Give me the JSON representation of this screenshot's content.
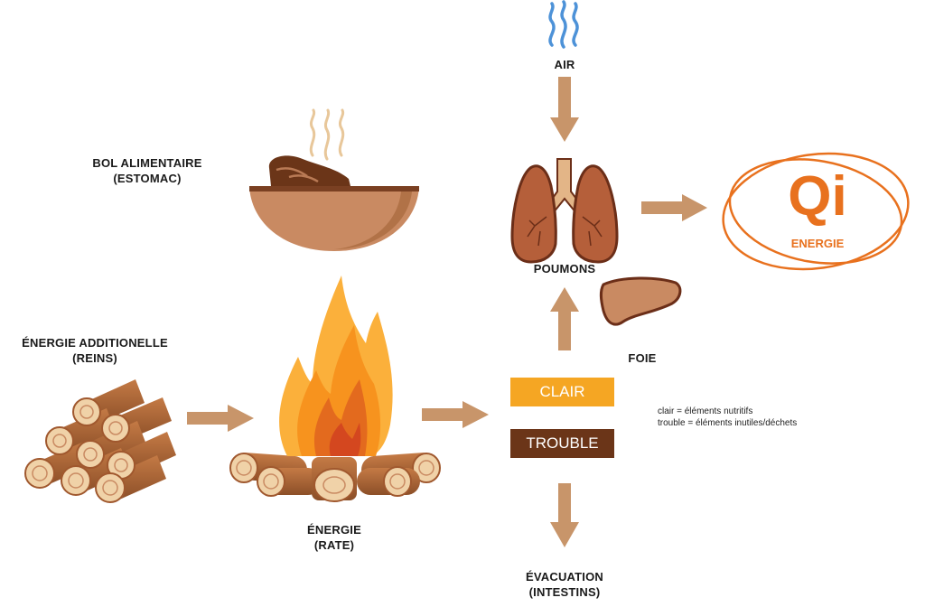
{
  "labels": {
    "air": "AIR",
    "bol_line1": "BOL ALIMENTAIRE",
    "bol_line2": "(ESTOMAC)",
    "poumons": "POUMONS",
    "foie": "FOIE",
    "energie_add_line1": "ÉNERGIE ADDITIONELLE",
    "energie_add_line2": "(REINS)",
    "energie_line1": "ÉNERGIE",
    "energie_line2": "(RATE)",
    "evacuation_line1": "ÉVACUATION",
    "evacuation_line2": "(INTESTINS)"
  },
  "boxes": {
    "clair": "CLAIR",
    "trouble": "TROUBLE"
  },
  "legend": {
    "line1": "clair = éléments nutritifs",
    "line2": "trouble = éléments inutiles/déchets"
  },
  "qi": {
    "title": "Qi",
    "subtitle": "ENERGIE"
  },
  "colors": {
    "arrow": "#c8956a",
    "clair_box": "#f5a623",
    "trouble_box": "#6b3518",
    "qi_orange": "#e8711e",
    "bowl": "#c98a62",
    "organ": "#b55f3a",
    "organ_outline": "#6b2e18"
  }
}
